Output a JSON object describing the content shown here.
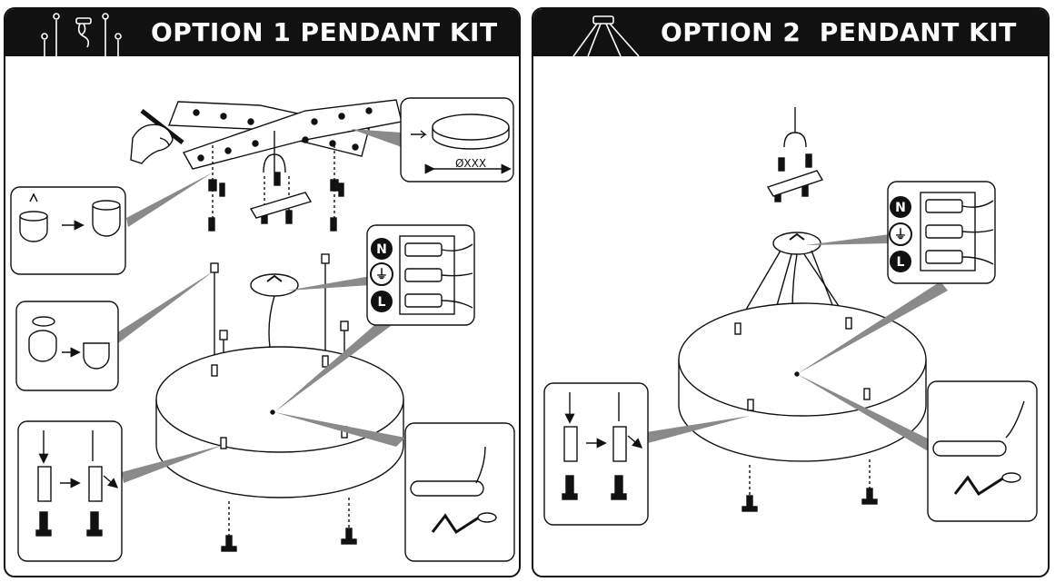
{
  "panels": [
    {
      "title": "OPTION 1 PENDANT KIT",
      "dimension_label": "ØXXX",
      "terminals": [
        "N",
        "⏚",
        "L"
      ],
      "header_icon": "ceiling-pendant-cables-icon"
    },
    {
      "title": "OPTION 2  PENDANT KIT",
      "terminals": [
        "N",
        "⏚",
        "L"
      ],
      "header_icon": "ceiling-canopy-wires-icon"
    }
  ],
  "colors": {
    "header_bg": "#111111",
    "header_text": "#ffffff",
    "line": "#111111",
    "callout": "#8a8a8a"
  }
}
